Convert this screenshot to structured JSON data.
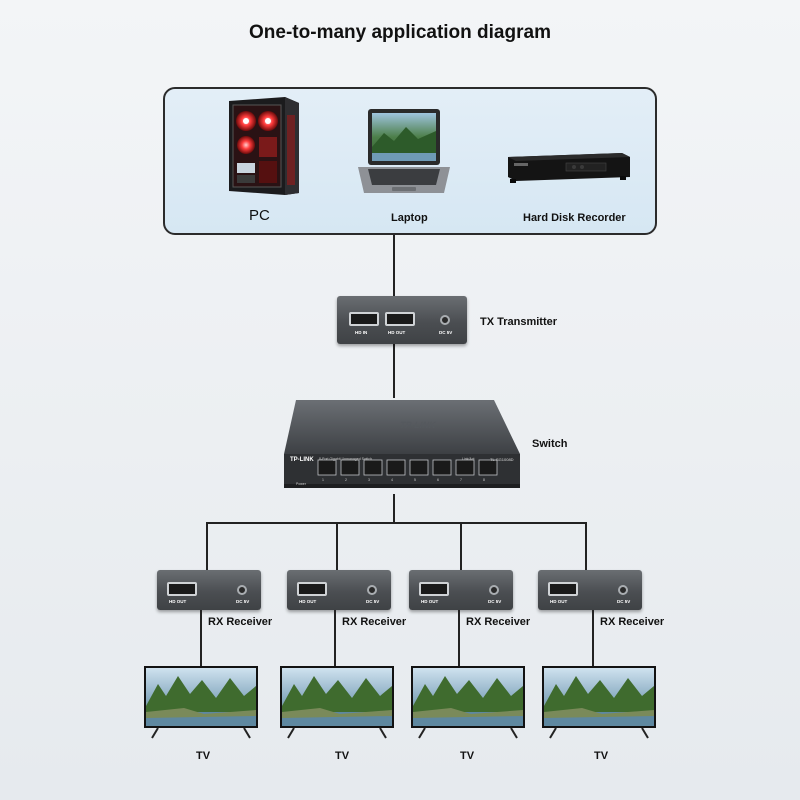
{
  "title": "One-to-many application diagram",
  "sources": {
    "pc": "PC",
    "laptop": "Laptop",
    "recorder": "Hard Disk Recorder"
  },
  "transmitter": {
    "label": "TX Transmitter",
    "port_in": "HD IN",
    "port_out": "HD OUT",
    "power": "DC 5V"
  },
  "switch": {
    "label": "Switch",
    "brand": "TP-LINK",
    "model": "TL-SG1008D",
    "desc": "8-Port Gigabit Unmanaged Switch",
    "top_text": "TP-LINK",
    "link_text": "Link/Act",
    "power_text": "Power",
    "port_numbers": [
      "1",
      "2",
      "3",
      "4",
      "5",
      "6",
      "7",
      "8"
    ]
  },
  "receivers": [
    {
      "label": "RX Receiver",
      "port": "HD OUT",
      "power": "DC 5V"
    },
    {
      "label": "RX Receiver",
      "port": "HD OUT",
      "power": "DC 5V"
    },
    {
      "label": "RX Receiver",
      "port": "HD OUT",
      "power": "DC 5V"
    },
    {
      "label": "RX Receiver",
      "port": "HD OUT",
      "power": "DC 5V"
    }
  ],
  "tvs": [
    {
      "label": "TV"
    },
    {
      "label": "TV"
    },
    {
      "label": "TV"
    },
    {
      "label": "TV"
    }
  ],
  "colors": {
    "line": "#222222",
    "device": "#4b4e52",
    "box_bg": "#d6e7f3"
  }
}
